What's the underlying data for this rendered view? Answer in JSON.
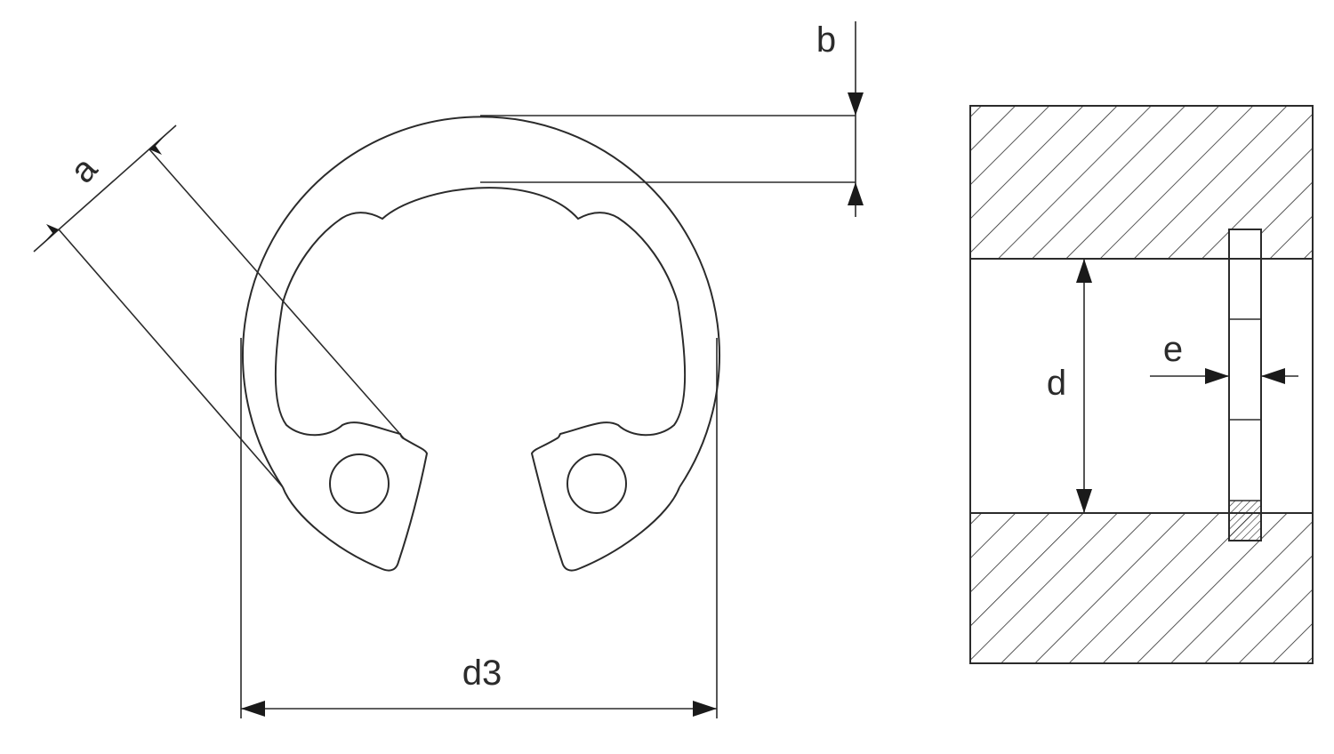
{
  "diagram": {
    "labels": {
      "a": "a",
      "b": "b",
      "d3": "d3",
      "d": "d",
      "e": "e"
    },
    "colors": {
      "line": "#2b2b2b",
      "background": "#ffffff"
    }
  }
}
